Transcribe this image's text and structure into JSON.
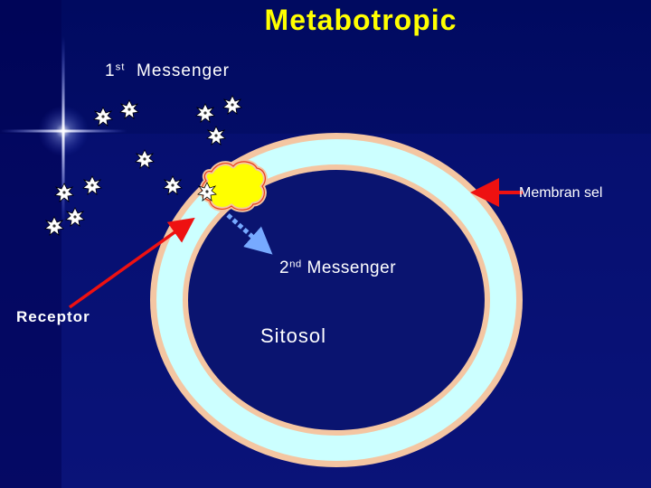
{
  "title": "Metabotropic",
  "first_messenger": {
    "number": "1",
    "suffix": "st",
    "label": "Messenger"
  },
  "second_messenger": {
    "number": "2",
    "suffix": "nd",
    "label": "Messenger"
  },
  "membrane_label": "Membran sel",
  "receptor_label": "Receptor",
  "cytosol_label": "Sitosol",
  "colors": {
    "background": "#0a0a5c",
    "title": "#ffff00",
    "membrane": "#ccffff",
    "membrane_edge": "#f4c6a2",
    "receptor": "#ffff00",
    "arrow_red": "#ee1111",
    "arrow_blue": "#77aaff"
  }
}
